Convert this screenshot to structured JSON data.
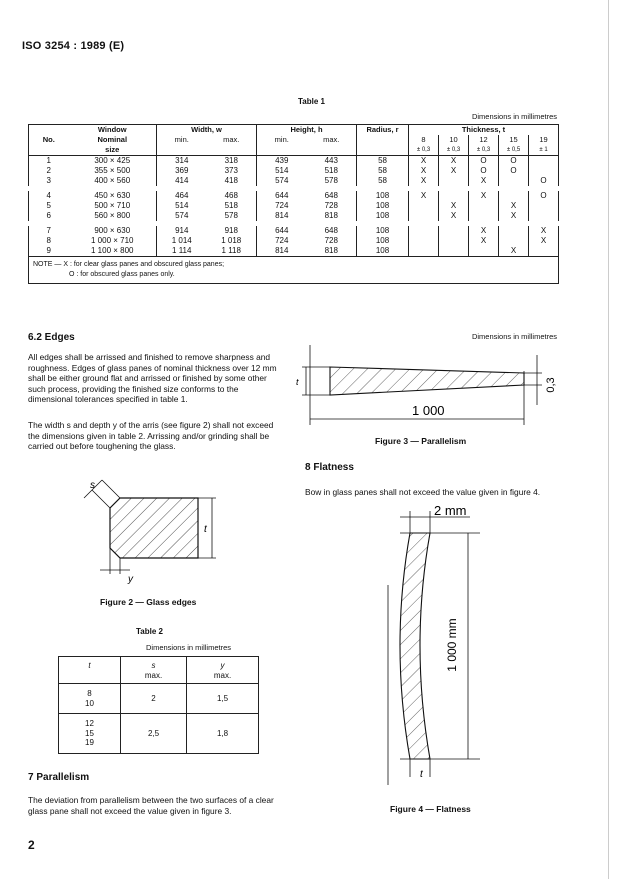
{
  "header": {
    "standard": "ISO 3254 : 1989 (E)"
  },
  "table1": {
    "title": "Table 1",
    "dim_note": "Dimensions in millimetres",
    "h_no": "No.",
    "h_window": "Window",
    "h_nominal": "Nominal",
    "h_size": "size",
    "h_width": "Width, w",
    "h_height": "Height, h",
    "h_radius": "Radius, r",
    "h_thickness": "Thickness, t",
    "h_min": "min.",
    "h_max": "max.",
    "thick": [
      {
        "t": "8",
        "tol": "± 0,3"
      },
      {
        "t": "10",
        "tol": "± 0,3"
      },
      {
        "t": "12",
        "tol": "± 0,3"
      },
      {
        "t": "15",
        "tol": "± 0,5"
      },
      {
        "t": "19",
        "tol": "± 1"
      }
    ],
    "rows": [
      {
        "no": "1",
        "size": "300 × 425",
        "wmin": "314",
        "wmax": "318",
        "hmin": "439",
        "hmax": "443",
        "r": "58",
        "t": [
          "X",
          "X",
          "O",
          "O",
          ""
        ]
      },
      {
        "no": "2",
        "size": "355 × 500",
        "wmin": "369",
        "wmax": "373",
        "hmin": "514",
        "hmax": "518",
        "r": "58",
        "t": [
          "X",
          "X",
          "O",
          "O",
          ""
        ]
      },
      {
        "no": "3",
        "size": "400 × 560",
        "wmin": "414",
        "wmax": "418",
        "hmin": "574",
        "hmax": "578",
        "r": "58",
        "t": [
          "X",
          "",
          "X",
          "",
          "O"
        ]
      },
      {
        "no": "4",
        "size": "450 × 630",
        "wmin": "464",
        "wmax": "468",
        "hmin": "644",
        "hmax": "648",
        "r": "108",
        "t": [
          "X",
          "",
          "X",
          "",
          "O"
        ]
      },
      {
        "no": "5",
        "size": "500 × 710",
        "wmin": "514",
        "wmax": "518",
        "hmin": "724",
        "hmax": "728",
        "r": "108",
        "t": [
          "",
          "X",
          "",
          "X",
          ""
        ]
      },
      {
        "no": "6",
        "size": "560 × 800",
        "wmin": "574",
        "wmax": "578",
        "hmin": "814",
        "hmax": "818",
        "r": "108",
        "t": [
          "",
          "X",
          "",
          "X",
          ""
        ]
      },
      {
        "no": "7",
        "size": "900 × 630",
        "wmin": "914",
        "wmax": "918",
        "hmin": "644",
        "hmax": "648",
        "r": "108",
        "t": [
          "",
          "",
          "X",
          "",
          "X"
        ]
      },
      {
        "no": "8",
        "size": "1 000 × 710",
        "wmin": "1 014",
        "wmax": "1 018",
        "hmin": "724",
        "hmax": "728",
        "r": "108",
        "t": [
          "",
          "",
          "X",
          "",
          "X"
        ]
      },
      {
        "no": "9",
        "size": "1 100 × 800",
        "wmin": "1 114",
        "wmax": "1 118",
        "hmin": "814",
        "hmax": "818",
        "r": "108",
        "t": [
          "",
          "",
          "",
          "X",
          ""
        ]
      }
    ],
    "note1": "NOTE — X : for clear glass panes and obscured glass panes;",
    "note2": "O : for obscured glass panes only."
  },
  "sec62": {
    "heading": "6.2  Edges",
    "p1": "All edges shall be arrissed and finished to remove sharpness and roughness. Edges of glass panes of nominal thickness over 12 mm shall be either ground flat and arrissed or finished by some other such process, providing the finished size conforms to the dimensional tolerances specified in table 1.",
    "p2": "The width s and depth y of the arris (see figure 2) shall not exceed the dimensions given in table 2. Arrissing and/or grinding shall be carried out before toughening the glass."
  },
  "fig2": {
    "caption": "Figure 2 — Glass edges",
    "s": "s",
    "y": "y",
    "t": "t"
  },
  "table2": {
    "title": "Table 2",
    "dim_note": "Dimensions in millimetres",
    "h_t": "t",
    "h_s": "s",
    "h_y": "y",
    "h_max": "max.",
    "rows": [
      {
        "t": [
          "8",
          "10"
        ],
        "s": "2",
        "y": "1,5"
      },
      {
        "t": [
          "12",
          "15",
          "19"
        ],
        "s": "2,5",
        "y": "1,8"
      }
    ]
  },
  "sec7": {
    "heading": "7  Parallelism",
    "p1": "The deviation from parallelism between the two surfaces of a clear glass pane shall not exceed the value given in figure 3."
  },
  "fig3": {
    "dim_note": "Dimensions in millimetres",
    "caption": "Figure 3 — Parallelism",
    "length": "1 000",
    "dev": "0,3",
    "t": "t"
  },
  "sec8": {
    "heading": "8  Flatness",
    "p1": "Bow in glass panes shall not exceed the value given in figure 4."
  },
  "fig4": {
    "caption": "Figure 4 — Flatness",
    "bow": "2 mm",
    "length": "1 000 mm",
    "t": "t"
  },
  "page_number": "2"
}
